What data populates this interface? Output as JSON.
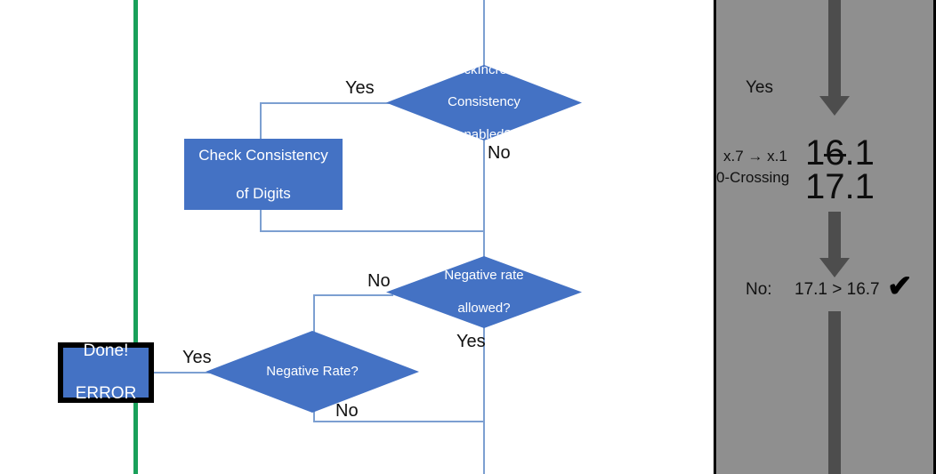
{
  "flowchart": {
    "decisions": [
      {
        "id": "check-increase-consistency",
        "lines": [
          "CheckIncrease",
          "Consistency",
          "enabled?"
        ]
      },
      {
        "id": "negative-rate-allowed",
        "lines": [
          "Negative rate",
          "allowed?"
        ]
      },
      {
        "id": "negative-rate",
        "lines": [
          "Negative Rate?"
        ]
      }
    ],
    "processes": [
      {
        "id": "check-consistency-of-digits",
        "lines": [
          "Check Consistency",
          "of Digits"
        ]
      },
      {
        "id": "done-error",
        "lines": [
          "Done!",
          "ERROR"
        ]
      }
    ],
    "edge_labels": {
      "yes_check_increase": "Yes",
      "no_check_increase": "No",
      "no_negative_rate_allowed": "No",
      "yes_negative_rate_allowed": "Yes",
      "yes_done_error": "Yes",
      "no_negative_rate": "No"
    },
    "colors": {
      "shape_fill": "#4472C4",
      "connector": "#7C9FD1",
      "divider_green": "#19A05A",
      "shape_text": "#FFFFFF"
    }
  },
  "panel": {
    "background": "#8F8F8F",
    "arrow_color": "#4D4D4D",
    "yes_label": "Yes",
    "rounding_label": "x.7 → x.1",
    "zero_crossing_label": "0-Crossing",
    "value_struck": "16.1",
    "value_struck_prefix": "1",
    "value_struck_digit": "6",
    "value_struck_suffix": ".1",
    "value_new": "17.1",
    "no_label": "No:",
    "comparison": "17.1 > 16.7",
    "check_mark": "✔"
  }
}
